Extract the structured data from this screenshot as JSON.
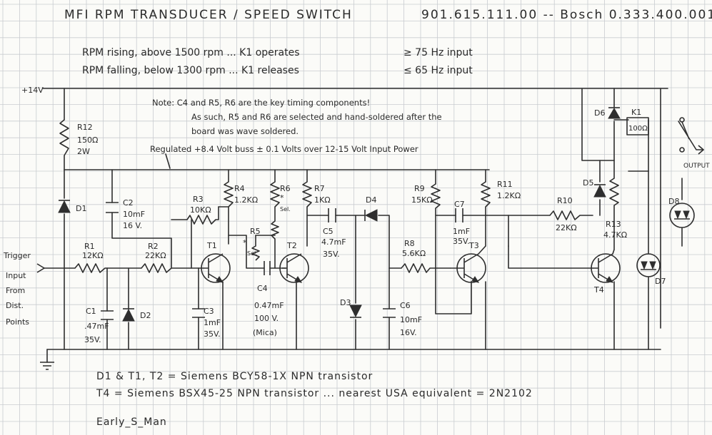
{
  "title": {
    "main": "MFI RPM TRANSDUCER / SPEED SWITCH",
    "part_numbers": "901.615.111.00 -- Bosch 0.333.400.001"
  },
  "operation": {
    "line1": "RPM rising, above 1500 rpm ... K1 operates",
    "line1_spec": "≥ 75 Hz input",
    "line2": "RPM falling, below 1300 rpm ... K1 releases",
    "line2_spec": "≤ 65 Hz input"
  },
  "supply_label": "+14V",
  "note": {
    "line1": "Note: C4 and R5, R6 are the key timing components!",
    "line2": "As such, R5 and R6 are selected and hand-soldered after the",
    "line3": "board was wave soldered."
  },
  "regulated_label": "Regulated +8.4 Volt buss ± 0.1 Volts over 12-15 Volt Input Power",
  "input_label": [
    "Trigger",
    "Input",
    "From",
    "Dist.",
    "Points"
  ],
  "output_label": "OUTPUT",
  "components": {
    "R12": [
      "R12",
      "150Ω",
      "2W"
    ],
    "D1": "D1",
    "C2": [
      "C2",
      "10mF",
      "16 V."
    ],
    "R1": [
      "R1",
      "12KΩ"
    ],
    "R2": [
      "R2",
      "22KΩ"
    ],
    "C1": [
      "C1",
      ".47mF",
      "35V."
    ],
    "D2": "D2",
    "R3": [
      "R3",
      "10KΩ"
    ],
    "T1": "T1",
    "C3": [
      "C3",
      "1mF",
      "35V."
    ],
    "R4": [
      "R4",
      "1.2KΩ"
    ],
    "R6": [
      "R6",
      "*",
      "Sel."
    ],
    "R5": [
      "R5",
      "*",
      "Sel."
    ],
    "T2": "T2",
    "C4": [
      "C4",
      "0.47mF",
      "100 V.",
      "(Mica)"
    ],
    "R7": [
      "R7",
      "1KΩ"
    ],
    "C5": [
      "C5",
      "4.7mF",
      "35V."
    ],
    "D4": "D4",
    "D3": "D3",
    "C6": [
      "C6",
      "10mF",
      "16V."
    ],
    "R9": [
      "R9",
      "15KΩ"
    ],
    "R8": [
      "R8",
      "5.6KΩ"
    ],
    "C7": [
      "C7",
      "1mF",
      "35V."
    ],
    "R11": [
      "R11",
      "1.2KΩ"
    ],
    "T3": "T3",
    "R10": [
      "R10",
      "22KΩ"
    ],
    "D5": "D5",
    "R13": [
      "R13",
      "4.7KΩ"
    ],
    "T4": "T4",
    "D6": "D6",
    "K1": [
      "K1",
      "100Ω"
    ],
    "D7": "D7",
    "D8": "D8"
  },
  "footnotes": {
    "line1": "D1 & T1, T2 = Siemens BCY58-1X NPN transistor",
    "line2": "T4 = Siemens BSX45-25 NPN transistor ... nearest USA equivalent = 2N2102",
    "author": "Early_S_Man"
  }
}
